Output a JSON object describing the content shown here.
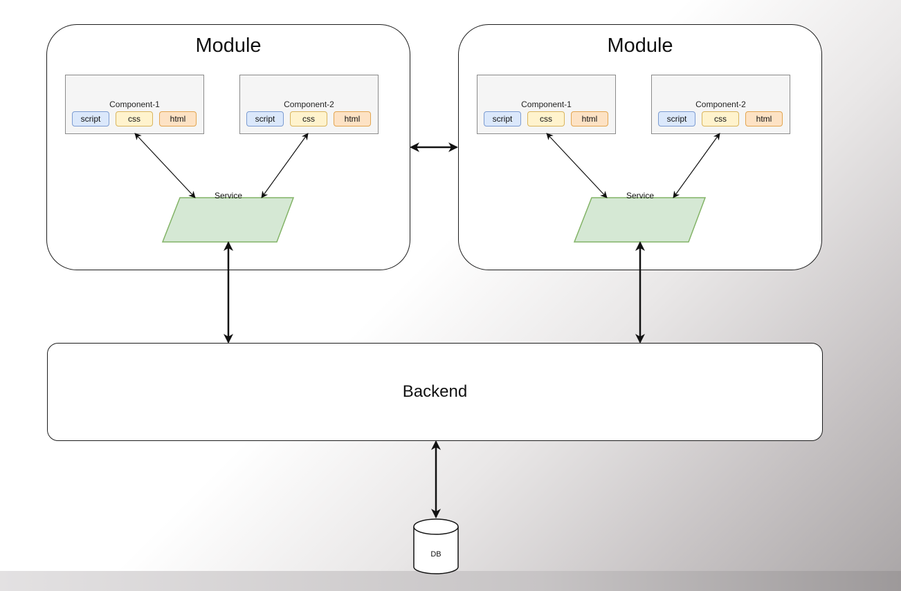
{
  "modules": [
    {
      "title": "Module",
      "components": [
        {
          "title": "Component-1",
          "chips": {
            "script": "script",
            "css": "css",
            "html": "html"
          }
        },
        {
          "title": "Component-2",
          "chips": {
            "script": "script",
            "css": "css",
            "html": "html"
          }
        }
      ],
      "service": "Service"
    },
    {
      "title": "Module",
      "components": [
        {
          "title": "Component-1",
          "chips": {
            "script": "script",
            "css": "css",
            "html": "html"
          }
        },
        {
          "title": "Component-2",
          "chips": {
            "script": "script",
            "css": "css",
            "html": "html"
          }
        }
      ],
      "service": "Service"
    }
  ],
  "backend": {
    "label": "Backend"
  },
  "db": {
    "label": "DB"
  },
  "colors": {
    "service_fill": "#d5e8d4",
    "service_stroke": "#82b366",
    "script_fill": "#dae8fc",
    "css_fill": "#fff2cc",
    "html_fill": "#ffe6cc",
    "stroke": "#1c1c1c"
  }
}
